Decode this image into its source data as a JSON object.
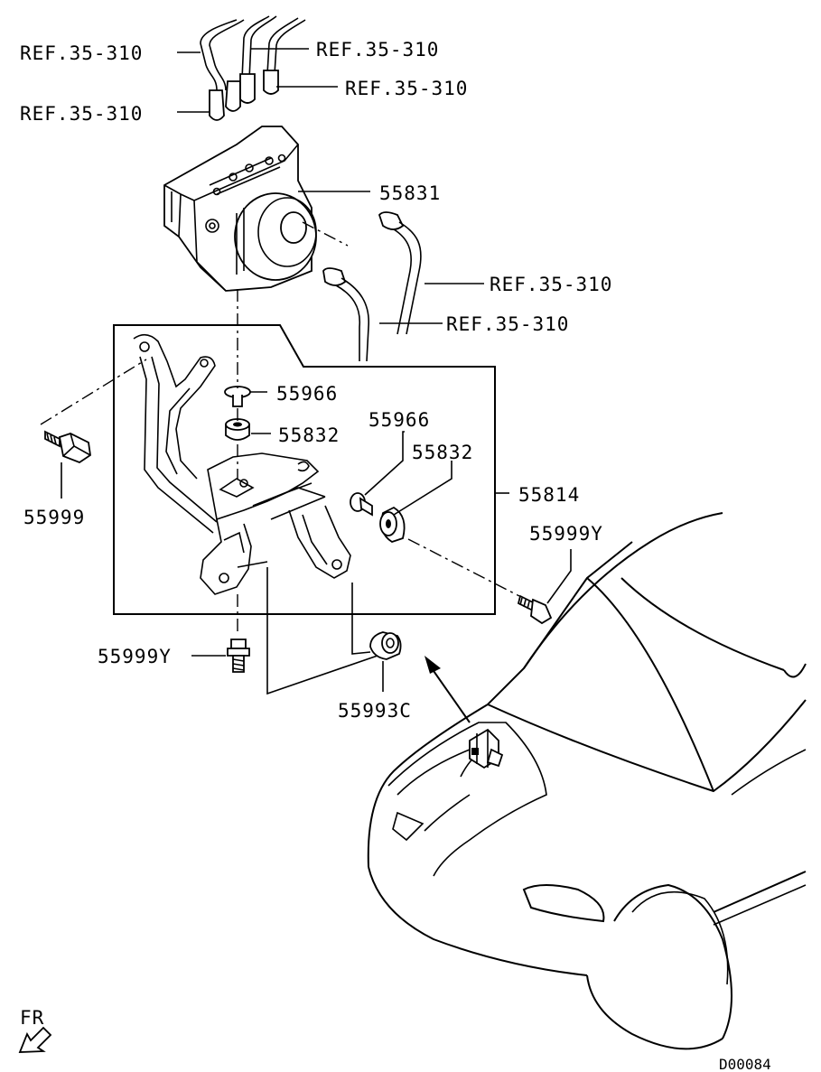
{
  "labels": {
    "ref_1": "REF.35-310",
    "ref_2": "REF.35-310",
    "ref_3": "REF.35-310",
    "ref_4": "REF.35-310",
    "ref_5": "REF.35-310",
    "ref_6": "REF.35-310",
    "p55831": "55831",
    "p55966_a": "55966",
    "p55832_a": "55832",
    "p55966_b": "55966",
    "p55832_b": "55832",
    "p55814": "55814",
    "p55999": "55999",
    "p55999y_a": "55999Y",
    "p55999y_b": "55999Y",
    "p55993c": "55993C",
    "fr": "FR",
    "drawing_code": "D00084"
  }
}
